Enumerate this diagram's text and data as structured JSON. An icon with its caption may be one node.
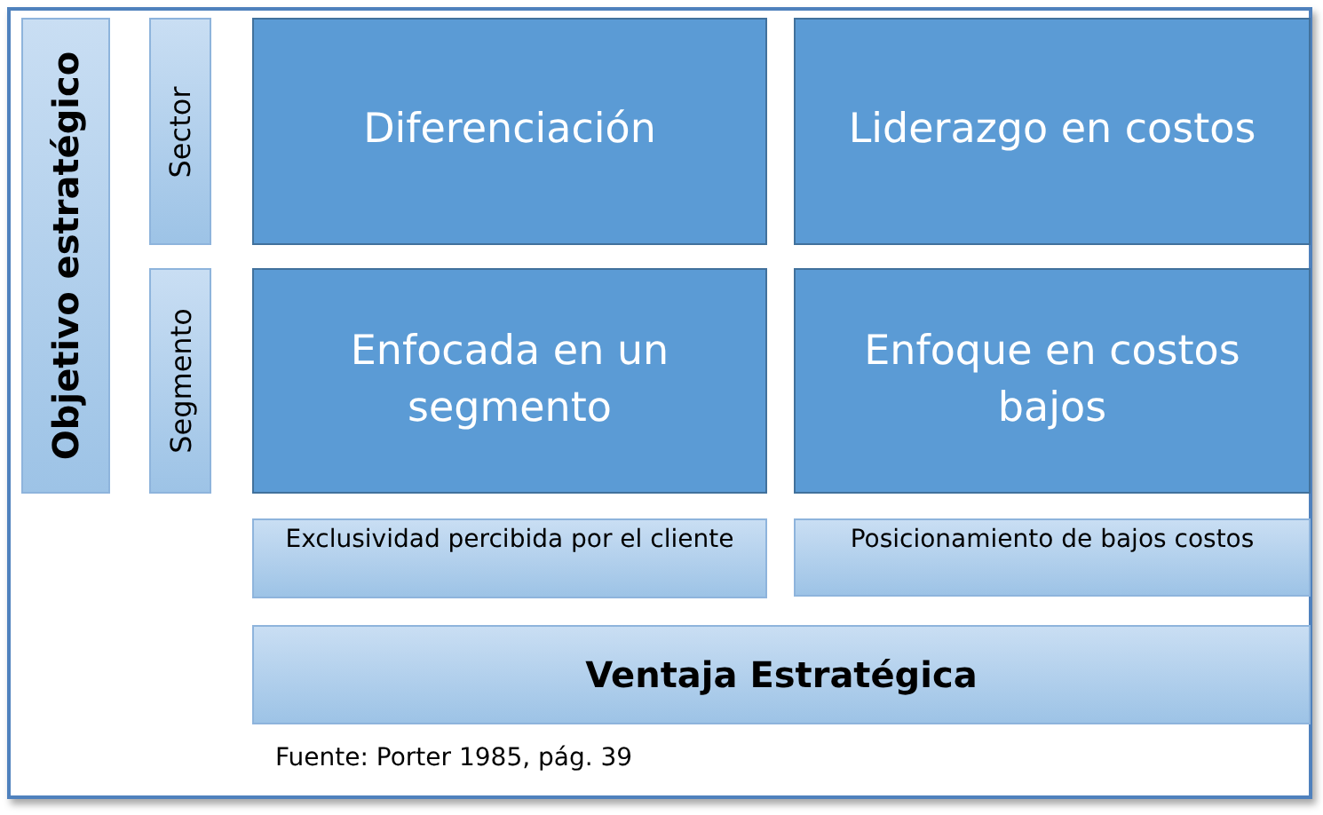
{
  "diagram": {
    "nodes": [
      {
        "text": [
          "Objetivo estratégico"
        ]
      },
      {
        "text": [
          "Sector"
        ]
      },
      {
        "text": [
          "Segmento"
        ]
      },
      {
        "text": [
          "Diferenciación"
        ]
      },
      {
        "text": [
          "Liderazgo en costos"
        ]
      },
      {
        "text": [
          "Enfocada en un segmento"
        ]
      },
      {
        "text": [
          "Enfoque en costos bajos"
        ]
      },
      {
        "text": [
          "Exclusividad percibida por el cliente"
        ]
      },
      {
        "text": [
          "Posicionamiento de bajos costos"
        ]
      },
      {
        "text": [
          "Ventaja Estratégica"
        ]
      }
    ],
    "labels": [
      "Fuente: Porter 1985, pág. 39"
    ]
  }
}
